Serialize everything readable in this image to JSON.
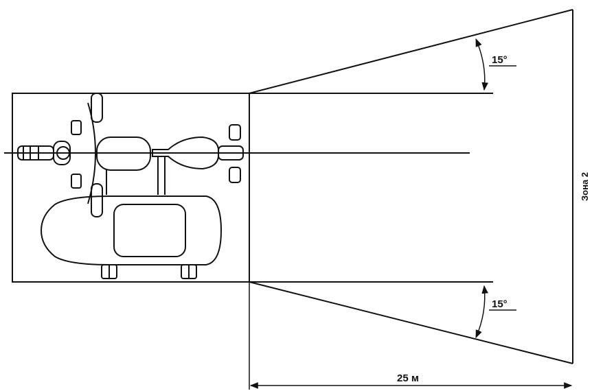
{
  "annotations": {
    "angle_top": "15°",
    "angle_bottom": "15°",
    "distance": "25 м",
    "zone_label": "Зона 2"
  }
}
